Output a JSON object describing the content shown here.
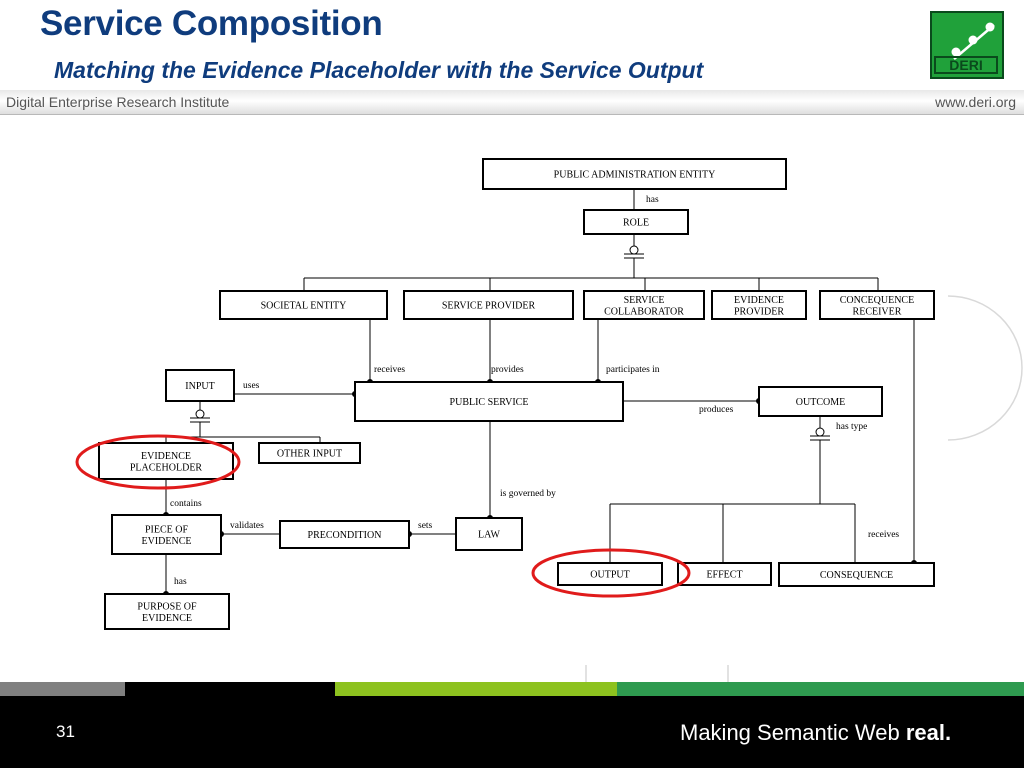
{
  "header": {
    "title": "Service Composition",
    "subtitle": "Matching the Evidence Placeholder with the Service Output",
    "band_left": "Digital Enterprise Research Institute",
    "band_right": "www.deri.org",
    "logo_text": "DERI"
  },
  "diagram": {
    "entities": [
      {
        "id": "public_admin_entity",
        "lines": [
          "PUBLIC ADMINISTRATION ENTITY"
        ]
      },
      {
        "id": "role",
        "lines": [
          "ROLE"
        ]
      },
      {
        "id": "societal_entity",
        "lines": [
          "SOCIETAL ENTITY"
        ]
      },
      {
        "id": "service_provider",
        "lines": [
          "SERVICE PROVIDER"
        ]
      },
      {
        "id": "service_collaborator",
        "lines": [
          "SERVICE",
          "COLLABORATOR"
        ]
      },
      {
        "id": "evidence_provider",
        "lines": [
          "EVIDENCE",
          "PROVIDER"
        ]
      },
      {
        "id": "consequence_receiver",
        "lines": [
          "CONCEQUENCE",
          "RECEIVER"
        ]
      },
      {
        "id": "input",
        "lines": [
          "INPUT"
        ]
      },
      {
        "id": "public_service",
        "lines": [
          "PUBLIC SERVICE"
        ]
      },
      {
        "id": "outcome",
        "lines": [
          "OUTCOME"
        ]
      },
      {
        "id": "evidence_placeholder",
        "lines": [
          "EVIDENCE",
          "PLACEHOLDER"
        ]
      },
      {
        "id": "other_input",
        "lines": [
          "OTHER INPUT"
        ]
      },
      {
        "id": "piece_of_evidence",
        "lines": [
          "PIECE OF",
          "EVIDENCE"
        ]
      },
      {
        "id": "precondition",
        "lines": [
          "PRECONDITION"
        ]
      },
      {
        "id": "law",
        "lines": [
          "LAW"
        ]
      },
      {
        "id": "output",
        "lines": [
          "OUTPUT"
        ]
      },
      {
        "id": "effect",
        "lines": [
          "EFFECT"
        ]
      },
      {
        "id": "consequence",
        "lines": [
          "CONSEQUENCE"
        ]
      },
      {
        "id": "purpose_of_evidence",
        "lines": [
          "PURPOSE OF",
          "EVIDENCE"
        ]
      }
    ],
    "relations": [
      {
        "id": "has_role",
        "label": "has"
      },
      {
        "id": "receives",
        "label": "receives"
      },
      {
        "id": "provides",
        "label": "provides"
      },
      {
        "id": "participates_in",
        "label": "participates in"
      },
      {
        "id": "uses",
        "label": "uses"
      },
      {
        "id": "produces",
        "label": "produces"
      },
      {
        "id": "has_type",
        "label": "has type"
      },
      {
        "id": "is_governed_by",
        "label": "is governed by"
      },
      {
        "id": "contains",
        "label": "contains"
      },
      {
        "id": "validates",
        "label": "validates"
      },
      {
        "id": "sets",
        "label": "sets"
      },
      {
        "id": "consequence_receives",
        "label": "receives"
      },
      {
        "id": "has_purpose",
        "label": "has"
      }
    ],
    "highlighted": [
      "evidence_placeholder",
      "output"
    ],
    "highlight_color": "#e01b1b"
  },
  "footer": {
    "page_number": "31",
    "tagline_prefix": "Making Semantic Web ",
    "tagline_bold": "real."
  },
  "colors": {
    "title": "#0f3c7d",
    "logo_green": "#20a13a",
    "strip_gray": "#808080",
    "strip_lime": "#8dc21f",
    "strip_green": "#2e9a4f"
  }
}
